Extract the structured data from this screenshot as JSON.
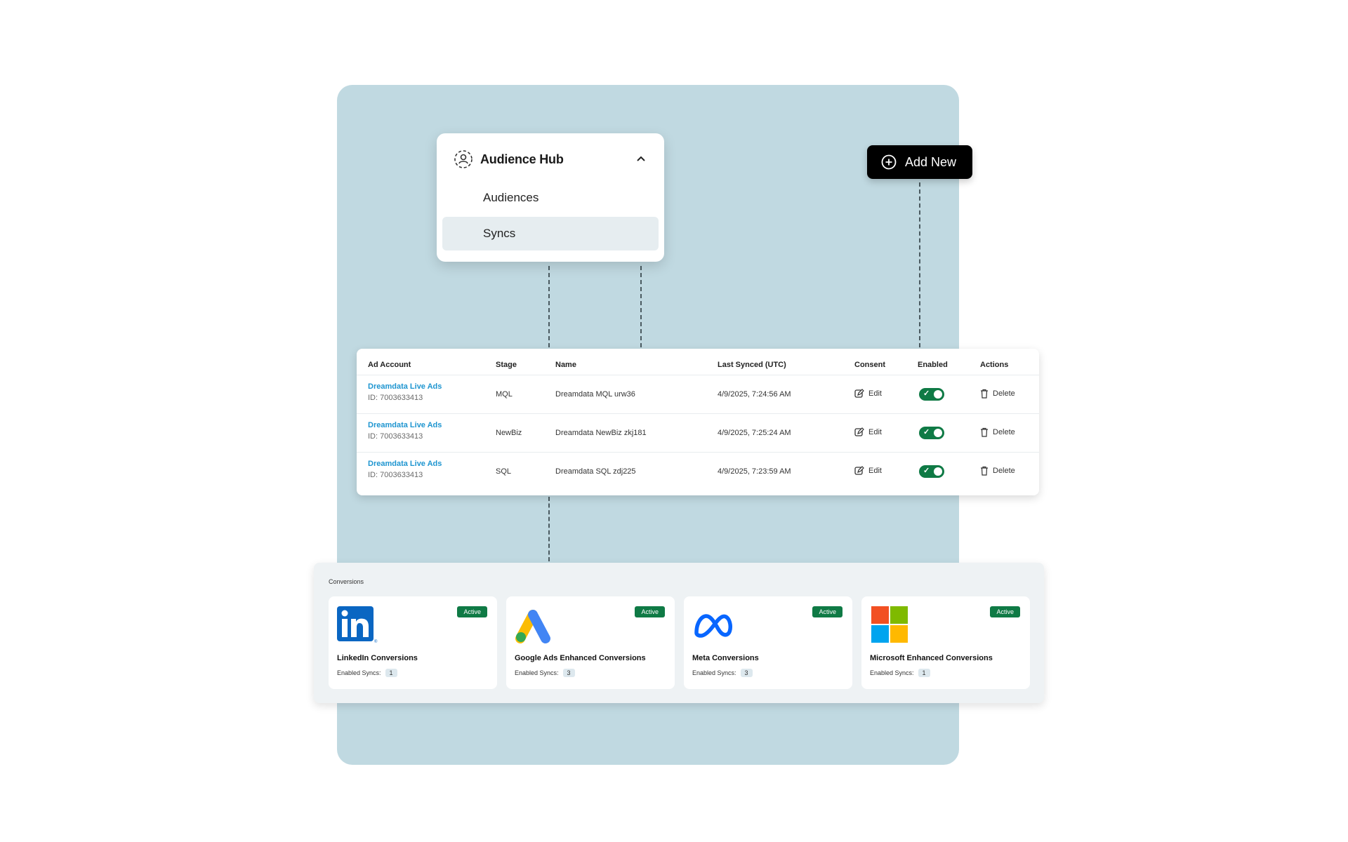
{
  "hub": {
    "title": "Audience Hub",
    "icon": "audience-icon",
    "items": [
      {
        "label": "Audiences",
        "active": false
      },
      {
        "label": "Syncs",
        "active": true
      }
    ]
  },
  "add_new": {
    "label": "Add New",
    "icon": "plus-circle-icon"
  },
  "table": {
    "headers": {
      "ad_account": "Ad Account",
      "stage": "Stage",
      "name": "Name",
      "last_synced": "Last Synced (UTC)",
      "consent": "Consent",
      "enabled": "Enabled",
      "actions": "Actions"
    },
    "rows": [
      {
        "account": "Dreamdata Live Ads",
        "id": "ID: 7003633413",
        "stage": "MQL",
        "name": "Dreamdata MQL urw36",
        "last_synced": "4/9/2025, 7:24:56 AM",
        "consent": "Edit",
        "enabled": true,
        "action": "Delete"
      },
      {
        "account": "Dreamdata Live Ads",
        "id": "ID: 7003633413",
        "stage": "NewBiz",
        "name": "Dreamdata NewBiz zkj181",
        "last_synced": "4/9/2025, 7:25:24 AM",
        "consent": "Edit",
        "enabled": true,
        "action": "Delete"
      },
      {
        "account": "Dreamdata Live Ads",
        "id": "ID: 7003633413",
        "stage": "SQL",
        "name": "Dreamdata SQL zdj225",
        "last_synced": "4/9/2025, 7:23:59 AM",
        "consent": "Edit",
        "enabled": true,
        "action": "Delete"
      }
    ]
  },
  "conversions": {
    "title": "Conversions",
    "cards": [
      {
        "name": "LinkedIn Conversions",
        "status": "Active",
        "syncs_label": "Enabled Syncs:",
        "count": "1",
        "logo": "linkedin-logo"
      },
      {
        "name": "Google Ads Enhanced Conversions",
        "status": "Active",
        "syncs_label": "Enabled Syncs:",
        "count": "3",
        "logo": "google-ads-logo"
      },
      {
        "name": "Meta Conversions",
        "status": "Active",
        "syncs_label": "Enabled Syncs:",
        "count": "3",
        "logo": "meta-logo"
      },
      {
        "name": "Microsoft Enhanced Conversions",
        "status": "Active",
        "syncs_label": "Enabled Syncs:",
        "count": "1",
        "logo": "microsoft-logo"
      }
    ]
  },
  "colors": {
    "panel_bg": "#c0d9e1",
    "accent_green": "#0f7a45",
    "link_blue": "#1e95d0"
  }
}
